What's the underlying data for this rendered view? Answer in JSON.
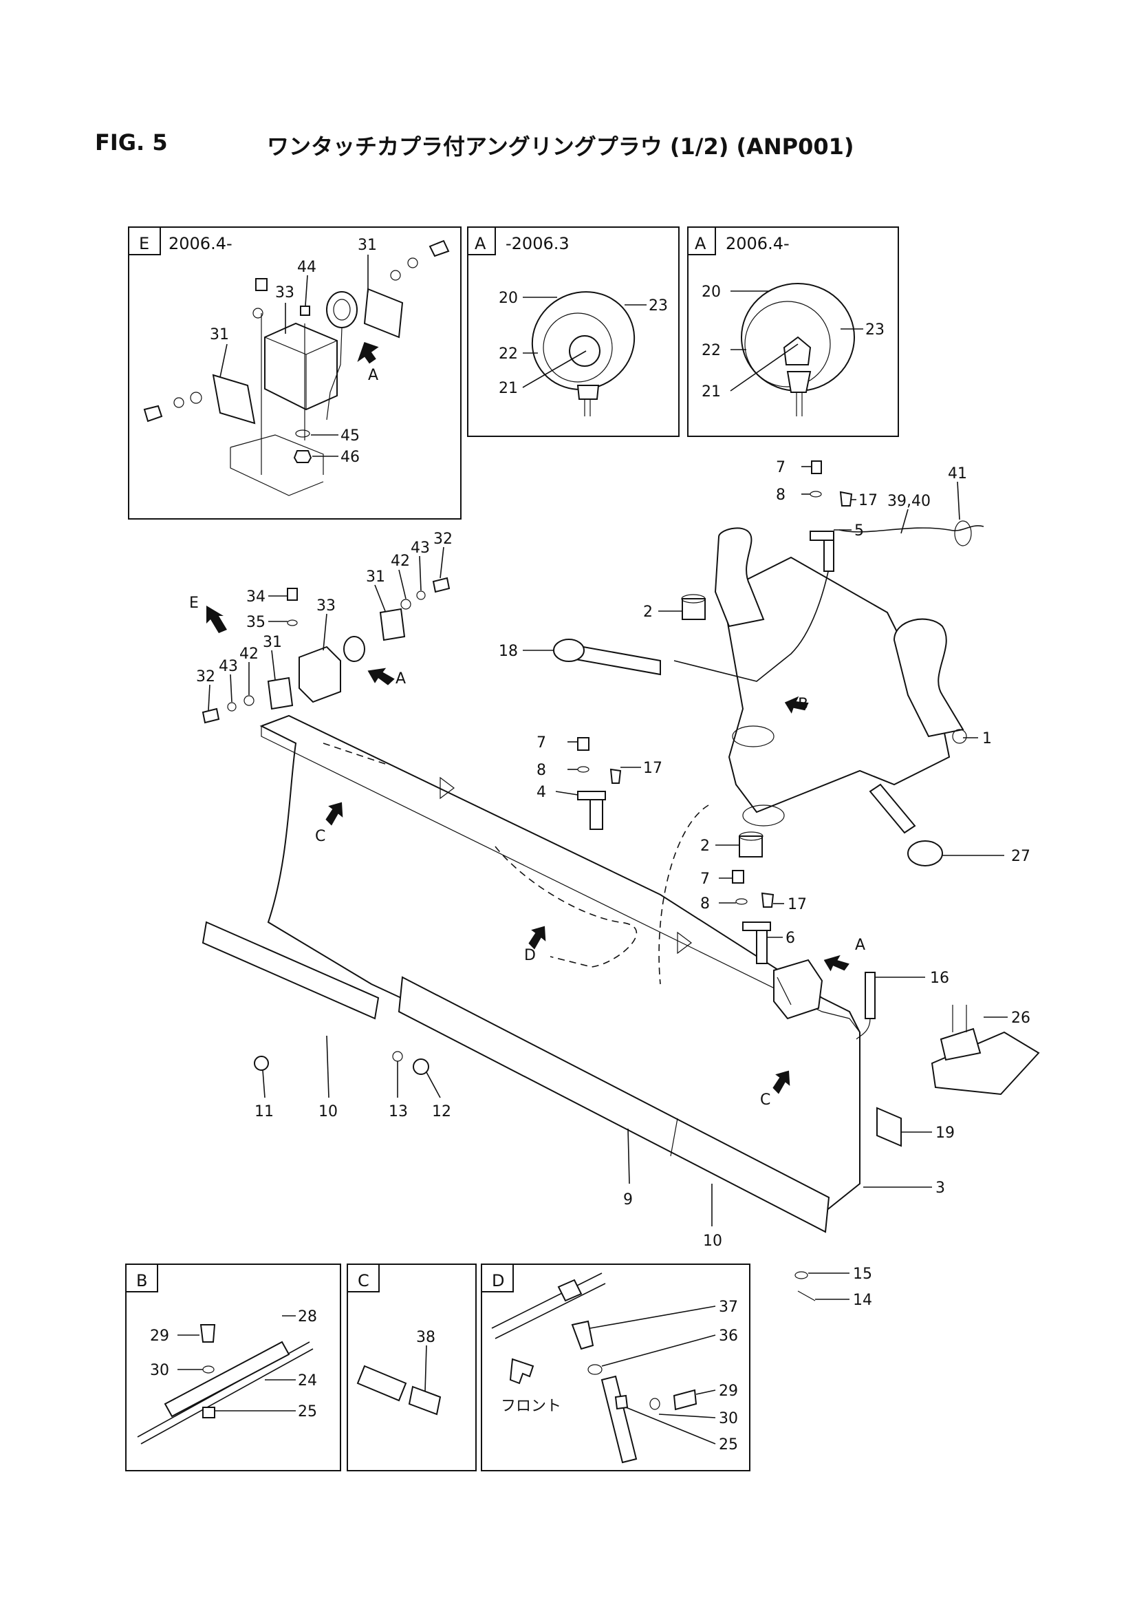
{
  "header": {
    "fig_number": "FIG. 5",
    "title": "ワンタッチカプラ付アングリングプラウ (1/2) (ANP001)"
  },
  "insets": {
    "E": {
      "letter": "E",
      "date": "2006.4-"
    },
    "A_old": {
      "letter": "A",
      "date": "-2006.3"
    },
    "A_new": {
      "letter": "A",
      "date": "2006.4-"
    },
    "B": {
      "letter": "B"
    },
    "C": {
      "letter": "C"
    },
    "D": {
      "letter": "D",
      "front_label": "フロント"
    }
  },
  "view_arrows": {
    "E": "E",
    "A1": "A",
    "A2": "A",
    "A3": "A",
    "B": "B",
    "C1": "C",
    "C2": "C",
    "D": "D"
  },
  "callouts": {
    "e31a": "31",
    "e31b": "31",
    "e33": "33",
    "e44": "44",
    "e45": "45",
    "e46": "46",
    "ao20": "20",
    "ao22": "22",
    "ao21": "21",
    "ao23": "23",
    "an20": "20",
    "an22": "22",
    "an21": "21",
    "an23": "23",
    "m7a": "7",
    "m8a": "8",
    "m17a": "17",
    "m5": "5",
    "m3940": "39,40",
    "m41": "41",
    "m2a": "2",
    "m18": "18",
    "m1": "1",
    "m2b": "2",
    "m27": "27",
    "m7b": "7",
    "m8b": "8",
    "m17b": "17",
    "m4": "4",
    "m7c": "7",
    "m8c": "8",
    "m17c": "17",
    "m6": "6",
    "m34": "34",
    "m35": "35",
    "m33": "33",
    "m31a": "31",
    "m42a": "42",
    "m43a": "43",
    "m32a": "32",
    "m32b": "32",
    "m43b": "43",
    "m42b": "42",
    "m31b": "31",
    "m16": "16",
    "m26": "26",
    "m19": "19",
    "m3": "3",
    "m15": "15",
    "m14": "14",
    "m11": "11",
    "m10a": "10",
    "m13": "13",
    "m12": "12",
    "m9": "9",
    "m10b": "10",
    "b29": "29",
    "b28": "28",
    "b30": "30",
    "b24": "24",
    "b25": "25",
    "c38": "38",
    "d37": "37",
    "d36": "36",
    "d29": "29",
    "d30": "30",
    "d25": "25"
  }
}
